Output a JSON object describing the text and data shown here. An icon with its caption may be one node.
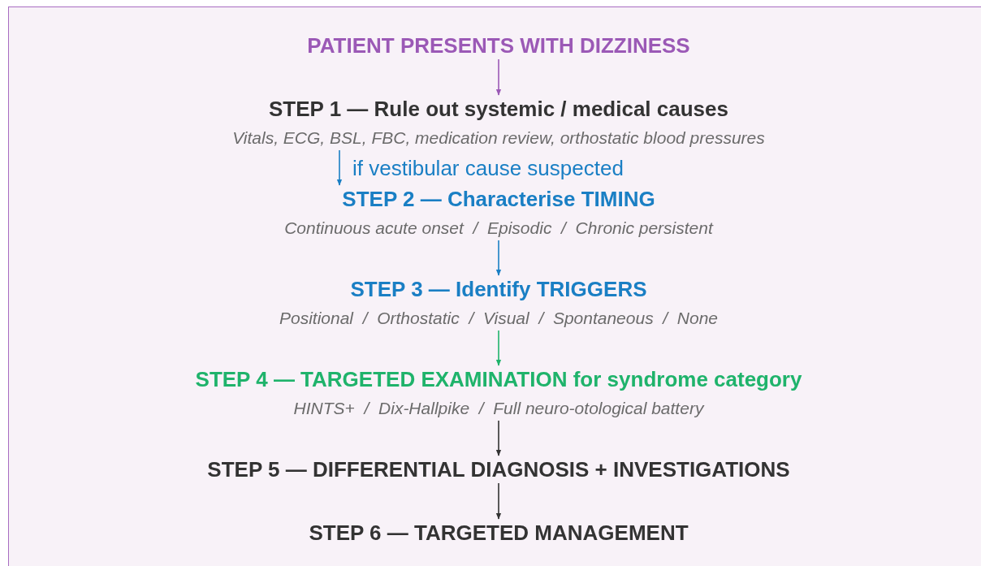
{
  "diagram": {
    "nodes": [
      {
        "text": [
          "PATIENT PRESENTS WITH DIZZINESS"
        ]
      },
      {
        "text": [
          "STEP 1 — Rule out systemic / medical causes",
          "Vitals, ECG, BSL, FBC, medication review, orthostatic blood pressures"
        ]
      },
      {
        "text": [
          "STEP 2 — Characterise TIMING",
          "Continuous acute onset  /  Episodic  /  Chronic persistent"
        ]
      },
      {
        "text": [
          "STEP 3 — Identify TRIGGERS",
          "Positional  /  Orthostatic  /  Visual  /  Spontaneous  /  None"
        ]
      },
      {
        "text": [
          "STEP 4 — TARGETED EXAMINATION for syndrome category",
          "HINTS+  /  Dix-Hallpike  /  Full neuro-otological battery"
        ]
      },
      {
        "text": [
          "STEP 5 — DIFFERENTIAL DIAGNOSIS + INVESTIGATIONS"
        ]
      },
      {
        "text": [
          "STEP 6 — TARGETED MANAGEMENT"
        ]
      }
    ],
    "edges": [
      {
        "from": 0,
        "to": 1,
        "arrow": "to",
        "color": "#9b59b6"
      },
      {
        "from": 1,
        "to": 2,
        "arrow": "to",
        "label": "if vestibular cause suspected",
        "color": "#1a7fc4"
      },
      {
        "from": 2,
        "to": 3,
        "arrow": "to",
        "color": "#1a7fc4"
      },
      {
        "from": 3,
        "to": 4,
        "arrow": "to",
        "color": "#1fb36b"
      },
      {
        "from": 4,
        "to": 5,
        "arrow": "to",
        "color": "#333333"
      },
      {
        "from": 5,
        "to": 6,
        "arrow": "to",
        "color": "#333333"
      }
    ]
  }
}
